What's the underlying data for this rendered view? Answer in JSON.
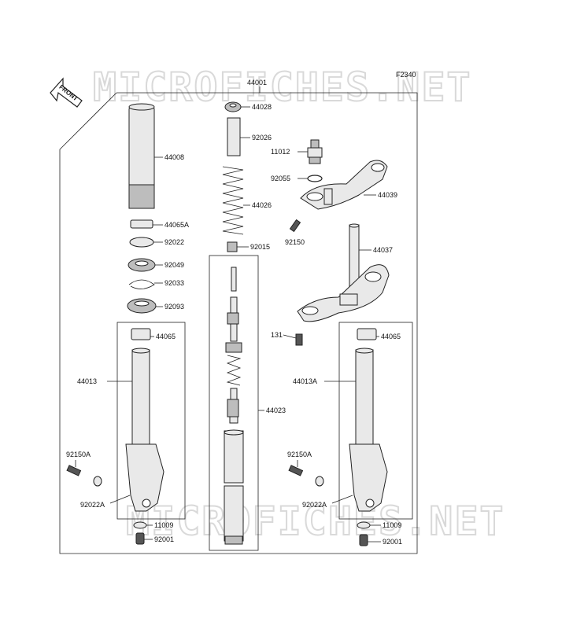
{
  "figure_code": "F2340",
  "watermark": "MICROFICHES.NET",
  "front_arrow_label": "FRONT",
  "parts": {
    "p44001": "44001",
    "p44028": "44028",
    "p92026": "92026",
    "p11012": "11012",
    "p92055": "92055",
    "p44039": "44039",
    "p44008": "44008",
    "p44026": "44026",
    "p44065A": "44065A",
    "p92022": "92022",
    "p92150": "92150",
    "p92015": "92015",
    "p44037": "44037",
    "p92049": "92049",
    "p92033": "92033",
    "p92093": "92093",
    "p131": "131",
    "p44065_left": "44065",
    "p44065_right": "44065",
    "p44013": "44013",
    "p44013A": "44013A",
    "p44023": "44023",
    "p92150A_left": "92150A",
    "p92150A_right": "92150A",
    "p92022A_left": "92022A",
    "p92022A_right": "92022A",
    "p11009_left": "11009",
    "p11009_right": "11009",
    "p92001_left": "92001",
    "p92001_right": "92001"
  }
}
